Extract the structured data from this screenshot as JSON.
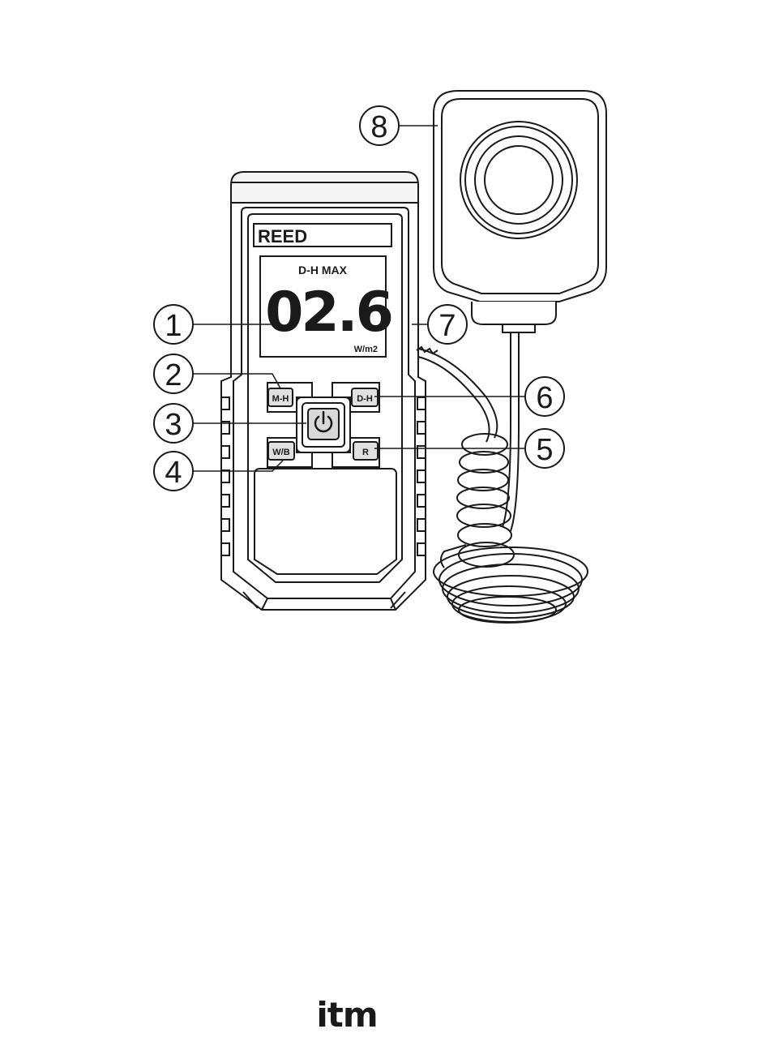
{
  "device": {
    "brand": "REED",
    "lcd_mode": "D-H MAX",
    "lcd_reading": "02.6",
    "lcd_unit": "W/m2"
  },
  "buttons": {
    "mh": "M-H",
    "dh": "D-H",
    "wb": "W/B",
    "r": "R",
    "power": "power-icon"
  },
  "callouts": [
    "1",
    "2",
    "3",
    "4",
    "5",
    "6",
    "7",
    "8"
  ],
  "footer": {
    "logo": "itm"
  }
}
